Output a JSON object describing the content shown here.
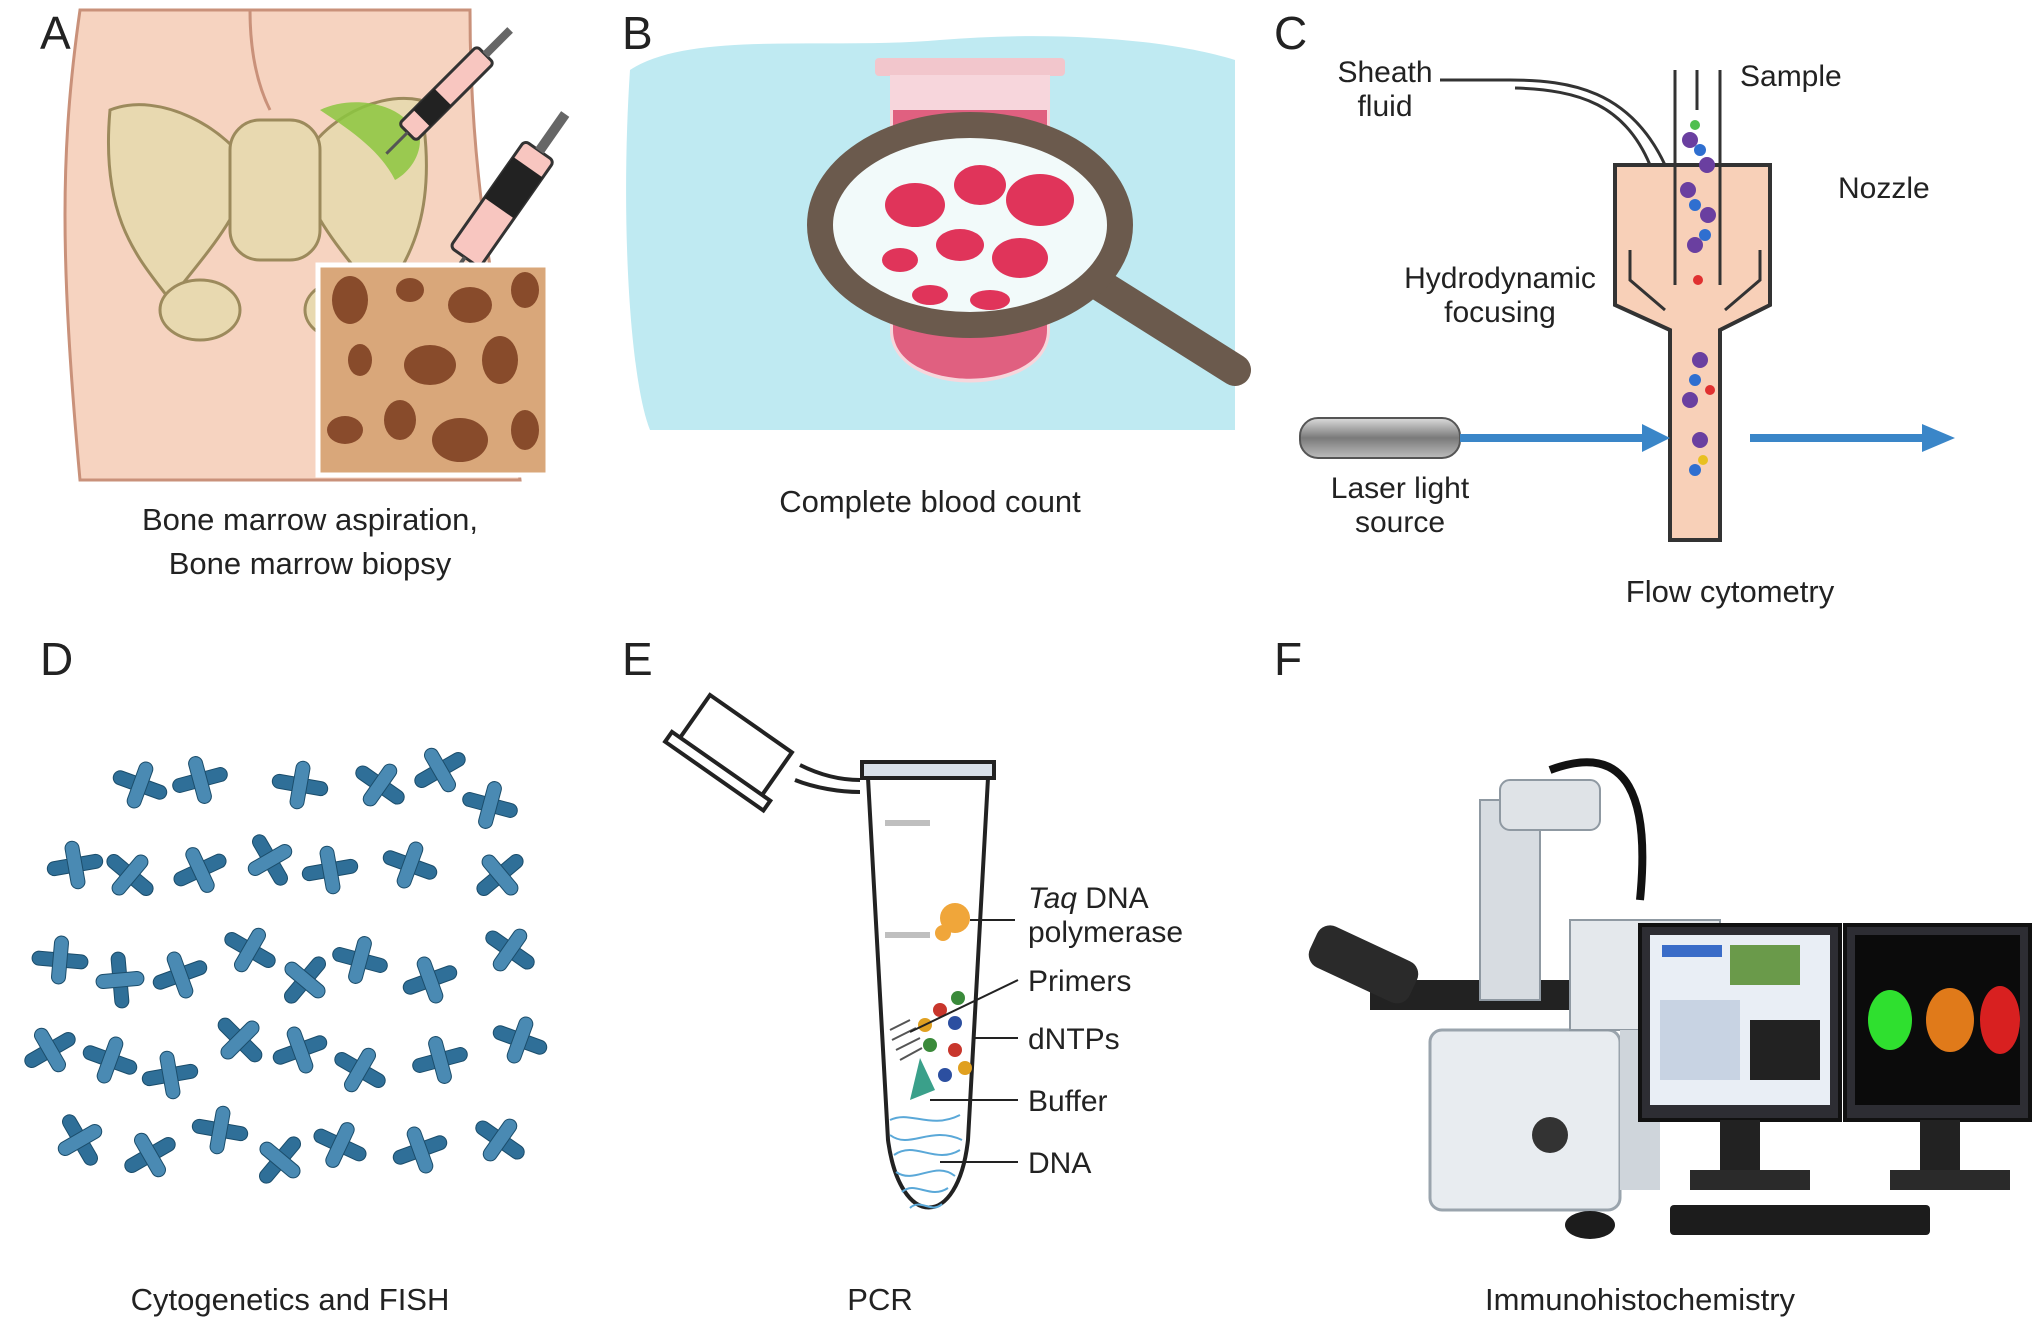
{
  "panels": {
    "a": {
      "letter": "A",
      "caption_line1": "Bone marrow aspiration,",
      "caption_line2": "Bone marrow biopsy"
    },
    "b": {
      "letter": "B",
      "caption": "Complete blood count"
    },
    "c": {
      "letter": "C",
      "caption": "Flow cytometry",
      "labels": {
        "sheath_line1": "Sheath",
        "sheath_line2": "fluid",
        "sample": "Sample",
        "nozzle": "Nozzle",
        "focus_line1": "Hydrodynamic",
        "focus_line2": "focusing",
        "laser_line1": "Laser light",
        "laser_line2": "source"
      }
    },
    "d": {
      "letter": "D",
      "caption": "Cytogenetics and FISH"
    },
    "e": {
      "letter": "E",
      "caption": "PCR",
      "labels": {
        "taq_italic": "Taq",
        "taq_rest": " DNA",
        "polymerase": "polymerase",
        "primers": "Primers",
        "dntps": "dNTPs",
        "buffer": "Buffer",
        "dna": "DNA"
      }
    },
    "f": {
      "letter": "F",
      "caption": "Immunohistochemistry"
    }
  },
  "colors": {
    "skin": "#f6d3c0",
    "bone": "#e8d9b0",
    "bone_marrow": "#c98a5c",
    "highlight_green": "#8cc63f",
    "sky": "#bfeaf2",
    "blood": "#e0345a",
    "nozzle_fill": "#f8d0b8",
    "laser_beam": "#3a86c8",
    "chromosome": "#2f6f98",
    "dna": "#5aa8d8",
    "buffer": "#3aa08a"
  }
}
